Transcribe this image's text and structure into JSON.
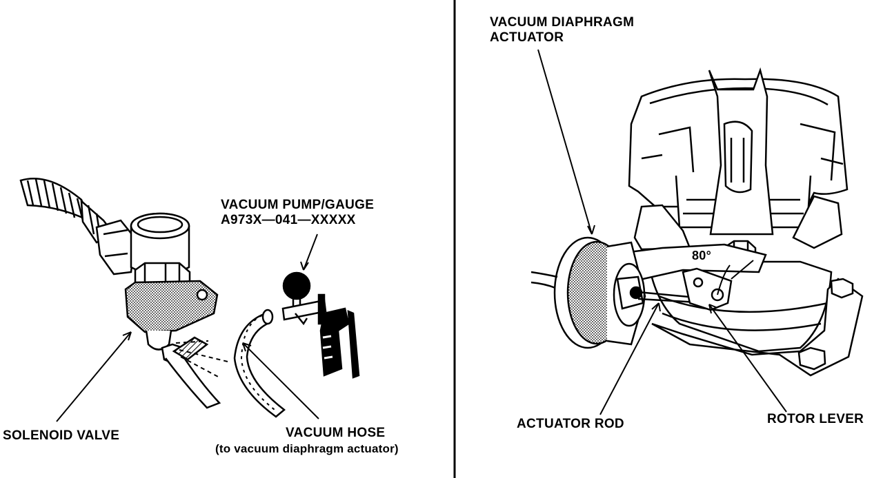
{
  "left_panel": {
    "vacuum_pump_label_line1": "VACUUM PUMP/GAUGE",
    "vacuum_pump_label_line2": "A973X—041—XXXXX",
    "solenoid_valve_label": "SOLENOID VALVE",
    "vacuum_hose_label": "VACUUM HOSE",
    "vacuum_hose_sublabel": "(to vacuum diaphragm actuator)"
  },
  "right_panel": {
    "actuator_label_line1": "VACUUM DIAPHRAGM",
    "actuator_label_line2": "ACTUATOR",
    "angle_label": "80°",
    "actuator_rod_label": "ACTUATOR ROD",
    "rotor_lever_label": "ROTOR LEVER"
  },
  "colors": {
    "ink": "#000000",
    "paper": "#ffffff",
    "shade": "#d8d8d8"
  }
}
